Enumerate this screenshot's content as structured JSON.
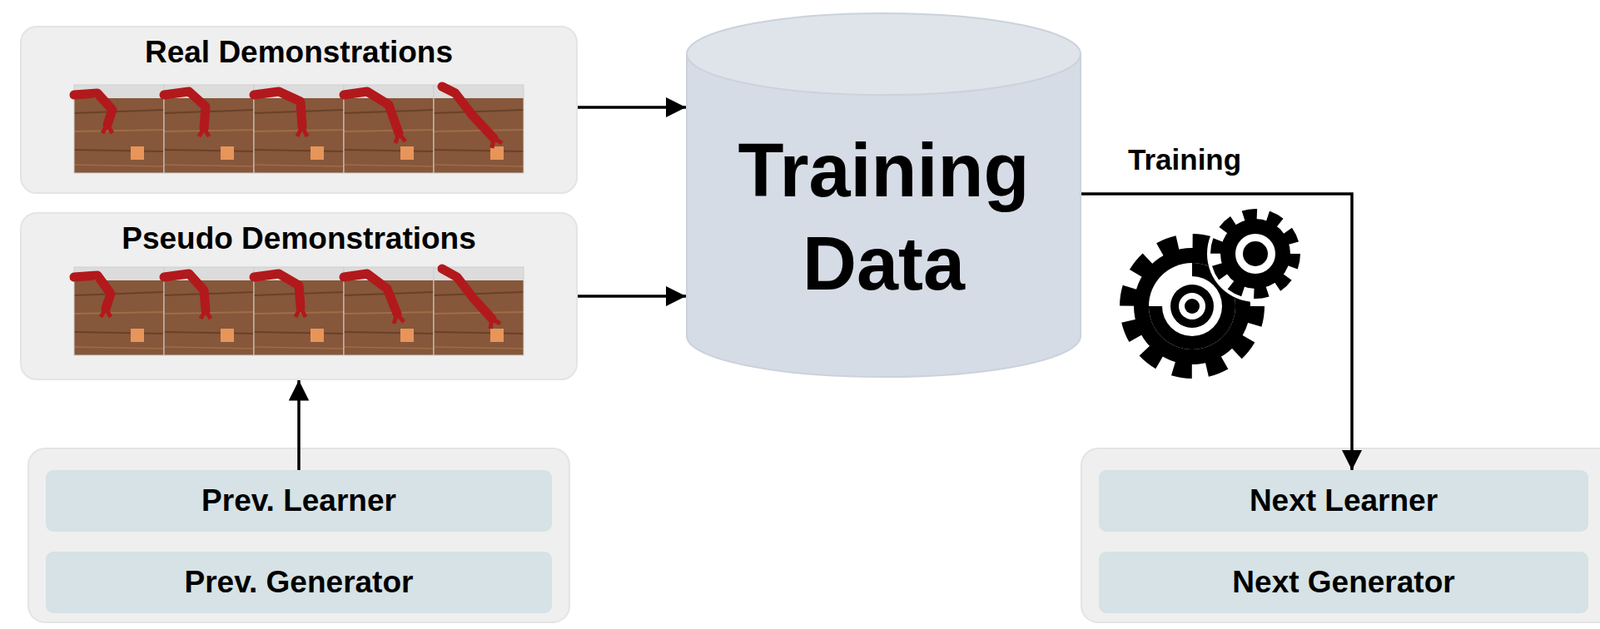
{
  "diagram": {
    "nodes": [
      {
        "text": [
          "Real Demonstrations"
        ]
      },
      {
        "text": [
          "Pseudo Demonstrations"
        ]
      },
      {
        "text": [
          "Training Data"
        ]
      },
      {
        "text": [
          "Prev. Learner"
        ]
      },
      {
        "text": [
          "Prev. Generator"
        ]
      },
      {
        "text": [
          "Next Learner"
        ]
      },
      {
        "text": [
          "Next Generator"
        ]
      }
    ],
    "edges": [
      {
        "from": 0,
        "to": 2,
        "arrow": "to"
      },
      {
        "from": 1,
        "to": 2,
        "arrow": "to"
      },
      {
        "from": 3,
        "to": 1,
        "arrow": "to"
      },
      {
        "from": 2,
        "to": 5,
        "label": "Training",
        "arrow": "to"
      }
    ]
  }
}
